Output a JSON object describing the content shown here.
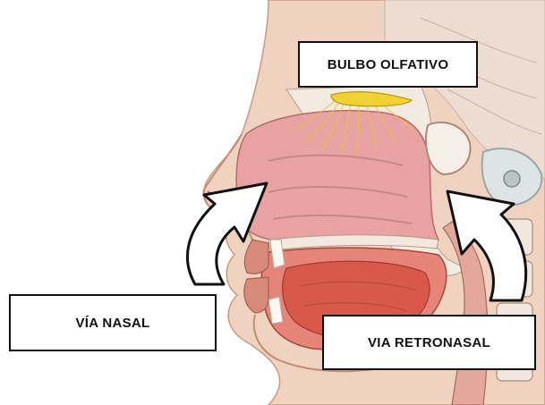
{
  "labels": {
    "olfactory_bulb": "BULBO OLFATIVO",
    "nasal_route": "VÍA NASAL",
    "retronasal_route": "VIA RETRONASAL"
  },
  "colors": {
    "skin": "#e6b79c",
    "nasal_cavity": "#e8a2a2",
    "tongue": "#d8594a",
    "bone": "#f0e6dc",
    "nerve": "#f1d232",
    "arrow_fill": "#ffffff",
    "arrow_stroke": "#111111"
  }
}
